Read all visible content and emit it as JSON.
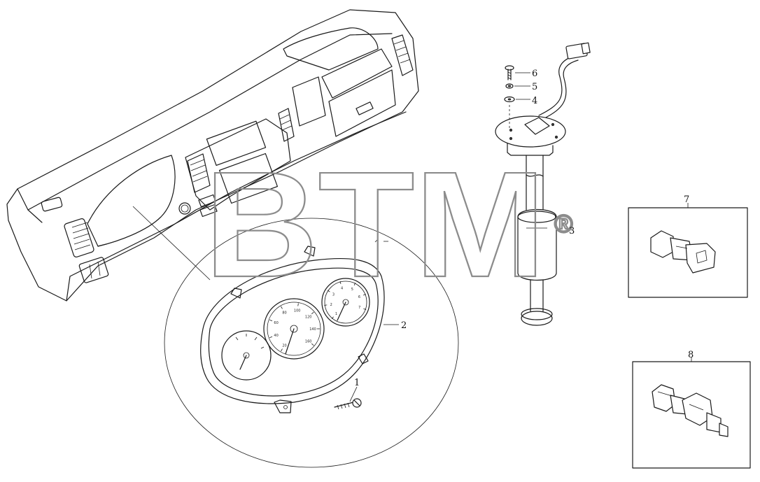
{
  "callouts": [
    "1",
    "2",
    "3",
    "4",
    "5",
    "6",
    "7",
    "8"
  ],
  "watermark": {
    "text": "BTM",
    "mark": "®"
  },
  "gauge_ticks": {
    "speedometer": [
      "20",
      "40",
      "60",
      "80",
      "100",
      "120",
      "140",
      "160"
    ],
    "tachometer": [
      "1",
      "2",
      "3",
      "4",
      "5",
      "6",
      "7"
    ]
  },
  "colors": {
    "line": "#1a1a1a",
    "watermark": "#8c8c8c",
    "background": "#ffffff"
  }
}
